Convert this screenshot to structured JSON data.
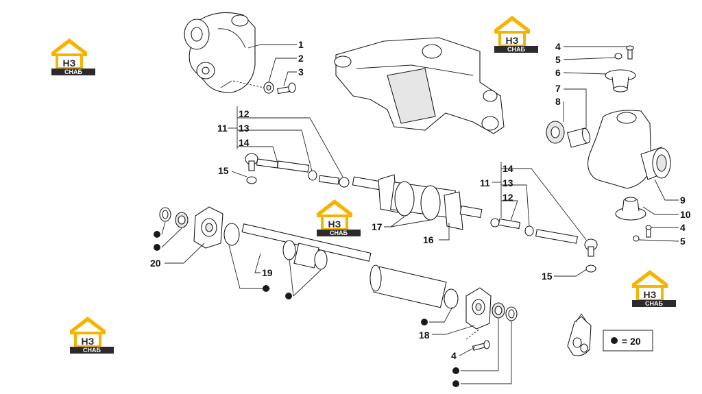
{
  "colors": {
    "logo_yellow": "#f5b400",
    "logo_dark": "#2b2b2b",
    "line": "#1a1a1a"
  },
  "logo": {
    "mark": "НЗ",
    "caption": "СНАБ"
  },
  "callouts": {
    "c1": "1",
    "c2": "2",
    "c3": "3",
    "c4a": "4",
    "c5a": "5",
    "c6": "6",
    "c7": "7",
    "c8": "8",
    "c11a": "11",
    "c12a": "12",
    "c13a": "13",
    "c14a": "14",
    "c15a": "15",
    "c14b": "14",
    "c11b": "11",
    "c13b": "13",
    "c12b": "12",
    "c9": "9",
    "c10": "10",
    "c4b": "4",
    "c5b": "5",
    "c17": "17",
    "c16": "16",
    "c20": "20",
    "c19": "19",
    "c15b": "15",
    "c18": "18",
    "c4c": "4"
  },
  "legend": {
    "text": "= 20"
  }
}
